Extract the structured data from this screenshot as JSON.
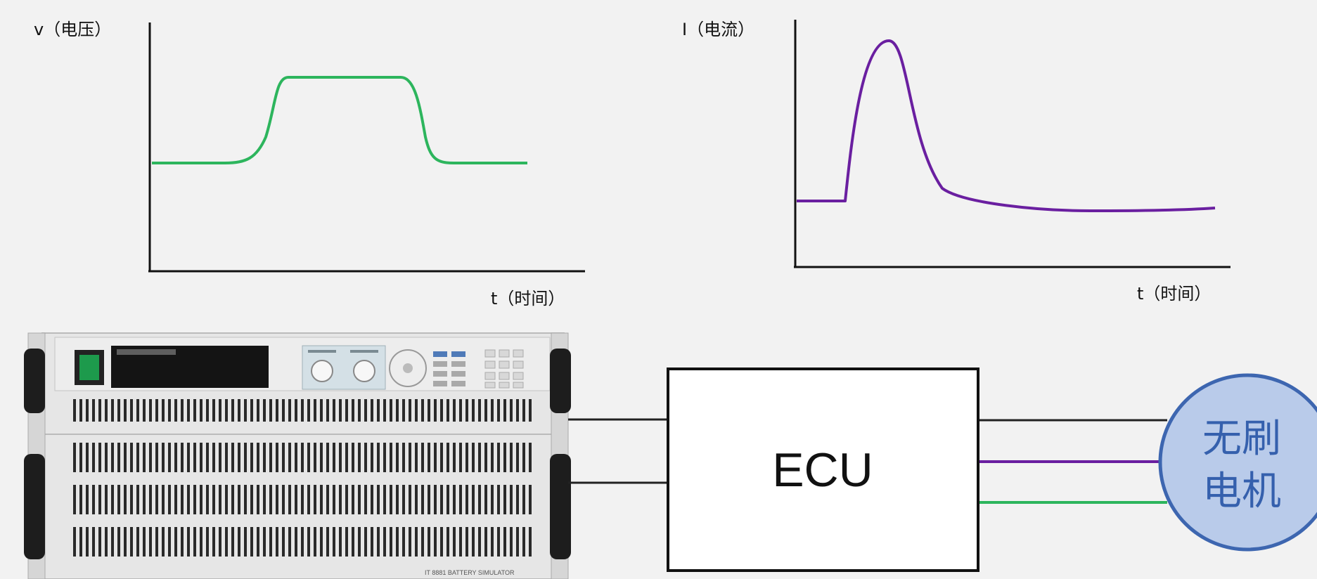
{
  "voltage_chart": {
    "ylabel": "v（电压）",
    "xlabel": "t（时间）"
  },
  "current_chart": {
    "ylabel": "I（电流）",
    "xlabel": "t（时间）"
  },
  "ecu": {
    "label": "ECU"
  },
  "motor": {
    "line1": "无刷",
    "line2": "电机"
  },
  "instrument": {
    "model_text": "IT 8881   BATTERY SIMULATOR"
  },
  "colors": {
    "voltage": "#2db55d",
    "current": "#6a1fa0",
    "motor_fill": "#b9cbea",
    "motor_stroke": "#3d66b0",
    "motor_text": "#3560ad",
    "wire": "#222222",
    "background": "#f2f2f2"
  }
}
